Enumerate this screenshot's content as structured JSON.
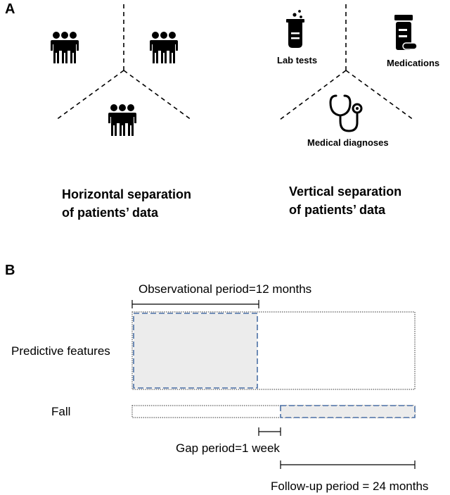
{
  "panel_a": {
    "label": "A",
    "icon_labels": {
      "lab": "Lab tests",
      "medications": "Medications",
      "diagnoses": "Medical diagnoses"
    },
    "captions": {
      "horizontal_line1": "Horizontal separation",
      "horizontal_line2": "of patients’ data",
      "vertical_line1": "Vertical separation",
      "vertical_line2": "of patients’ data"
    },
    "icons": [
      "people-group-icon",
      "people-group-icon",
      "people-group-icon",
      "lab-beaker-icon",
      "medication-bottle-icon",
      "stethoscope-icon"
    ]
  },
  "panel_b": {
    "label": "B",
    "observational": "Observational period=12 months",
    "predictive": "Predictive features",
    "fall": "Fall",
    "gap": "Gap period=1 week",
    "followup": "Follow-up period = 24 months"
  },
  "colors": {
    "dash_blue": "#4a6fa5",
    "fill_gray": "#ececec"
  }
}
